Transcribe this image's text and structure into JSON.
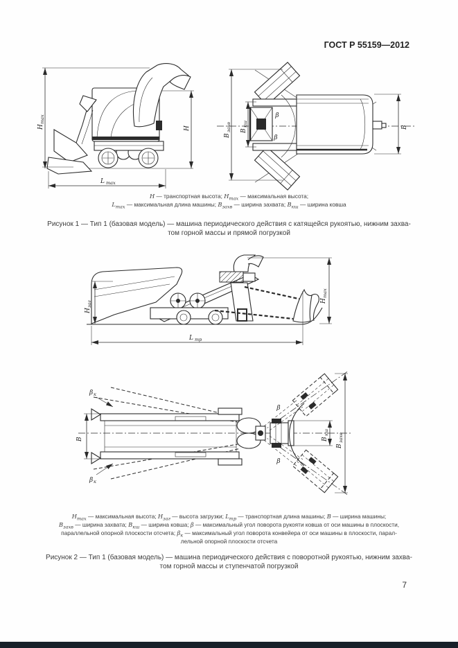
{
  "header": {
    "doc_number": "ГОСТ Р 55159—2012"
  },
  "page": {
    "number": "7"
  },
  "colors": {
    "line": "#2b2b2b",
    "text": "#3c3c3c",
    "footer_bar": "#172029"
  },
  "figure1": {
    "legend_lines": [
      [
        {
          "t": "Н",
          "sym": true
        },
        {
          "t": " — транспортная высота; "
        },
        {
          "t": "Н",
          "sym": true
        },
        {
          "t": "max",
          "sym": true,
          "sub": true
        },
        {
          "t": " — максимальная высота;"
        }
      ],
      [
        {
          "t": "L",
          "sym": true
        },
        {
          "t": "max",
          "sym": true,
          "sub": true
        },
        {
          "t": " — максимальная длина машины; "
        },
        {
          "t": "В",
          "sym": true
        },
        {
          "t": "захв",
          "sym": true,
          "sub": true
        },
        {
          "t": " — ширина захвата; "
        },
        {
          "t": "В",
          "sym": true
        },
        {
          "t": "кш",
          "sym": true,
          "sub": true
        },
        {
          "t": " — ширина ковша"
        }
      ]
    ],
    "title_lines": [
      "Рисунок 1 — Тип 1 (базовая модель) — машина периодического действия с катящейся рукоятью, нижним захва-",
      "том горной массы и прямой погрузкой"
    ],
    "side_view_labels": {
      "hmax_main": "Н",
      "hmax_sub": "max",
      "h": "Н",
      "lmax_main": "L",
      "lmax_sub": "max"
    },
    "plan_view_labels": {
      "bzahv_main": "В",
      "bzahv_sub": "захв",
      "bksh_main": "В",
      "bksh_sub": "кш",
      "b": "В",
      "beta_top": "β",
      "beta_bottom": "β"
    }
  },
  "figure2": {
    "legend_lines": [
      [
        {
          "t": "Н",
          "sym": true
        },
        {
          "t": "max",
          "sym": true,
          "sub": true
        },
        {
          "t": " — максимальная высота; "
        },
        {
          "t": "Н",
          "sym": true
        },
        {
          "t": "заг",
          "sym": true,
          "sub": true
        },
        {
          "t": " — высота загрузки; "
        },
        {
          "t": "L",
          "sym": true
        },
        {
          "t": "тр",
          "sym": true,
          "sub": true
        },
        {
          "t": " — транспортная длина машины; "
        },
        {
          "t": "В",
          "sym": true
        },
        {
          "t": " — ширина машины;"
        }
      ],
      [
        {
          "t": "В",
          "sym": true
        },
        {
          "t": "захв",
          "sym": true,
          "sub": true
        },
        {
          "t": " — ширина захвата; "
        },
        {
          "t": "В",
          "sym": true
        },
        {
          "t": "кш",
          "sym": true,
          "sub": true
        },
        {
          "t": " — ширина ковша; "
        },
        {
          "t": "β",
          "sym": true
        },
        {
          "t": " — максимальный угол поворота рукояти ковша от оси машины в плоскости,"
        }
      ],
      [
        {
          "t": "параллельной опорной плоскости отсчета; "
        },
        {
          "t": "β",
          "sym": true
        },
        {
          "t": "к",
          "sym": true,
          "sub": true
        },
        {
          "t": " — максимальный угол поворота конвейера от оси машины в плоскости, парал-"
        }
      ],
      [
        {
          "t": "лельной опорной плоскости отсчета"
        }
      ]
    ],
    "title_lines": [
      "Рисунок 2 — Тип 1 (базовая модель) — машина периодического действия с поворотной рукоятью, нижним захва-",
      "том горной массы и ступенчатой погрузкой"
    ],
    "side_view_labels": {
      "hzag_main": "Н",
      "hzag_sub": "заг",
      "hmax_main": "Н",
      "hmax_sub": "max",
      "ltr_main": "L",
      "ltr_sub": "тр"
    },
    "plan_view_labels": {
      "b": "В",
      "bksh_main": "В",
      "bksh_sub": "кш",
      "bzahv_main": "В",
      "bzahv_sub": "захв",
      "beta_top": "β",
      "beta_bottom": "β",
      "betak_top_main": "β",
      "betak_top_sub": "к",
      "betak_bottom_main": "β",
      "betak_bottom_sub": "к"
    }
  }
}
